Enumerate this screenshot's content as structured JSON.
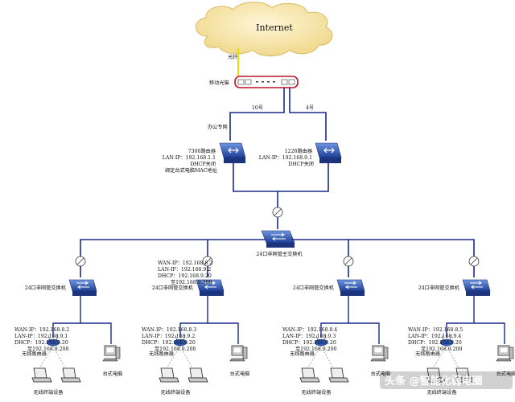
{
  "cloud": {
    "label": "Internet"
  },
  "fiber_label": "光纤",
  "modem": {
    "label": "移动光猫"
  },
  "office_net_label": "办公专网",
  "port_labels": {
    "left": "10号",
    "right": "4号"
  },
  "router_7300": {
    "lines": [
      "7300路由器",
      "LAN-IP：192.168.1.1",
      "DHCP关闭",
      "绑定台式电脑MAC地址"
    ]
  },
  "router_1226": {
    "lines": [
      "1226路由器",
      "LAN-IP：192.168.9.1",
      "DHCP关闭"
    ]
  },
  "core_switch": {
    "label": "24口非网管主交换机"
  },
  "branches": [
    {
      "switch_label": "24口非网管交换机",
      "ap_lines": [
        "WAN-IP：192.168.8.2",
        "LAN-IP：192.168.9.1",
        "DHCP：192.168.9.20",
        "至192.168.9.200"
      ],
      "ap_label": "无线路由器",
      "laptop_label": "无线终端设备",
      "pc_label": "台式电脑"
    },
    {
      "switch_label": "24口非网管交换机",
      "ap_lines": [
        "WAN-IP：192.168.8.3",
        "LAN-IP：192.168.9.2",
        "DHCP：192.168.9.20",
        "至192.168.9.200"
      ],
      "ap_label": "无线路由器",
      "laptop_label": "无线终端设备",
      "pc_label": "台式电脑",
      "top_lines": [
        "WAN-IP：192.168.8.2",
        "LAN-IP：192.168.9.2",
        "DHCP：192.168.9.20",
        "至192.168.9.200"
      ]
    },
    {
      "switch_label": "24口非网管交换机",
      "ap_lines": [
        "WAN-IP：192.168.8.4",
        "LAN-IP：192.168.9.3",
        "DHCP：192.168.9.20",
        "至192.168.9.200"
      ],
      "ap_label": "无线路由器",
      "laptop_label": "无线终端设备",
      "pc_label": "台式电脑"
    },
    {
      "switch_label": "24口非网管交换机",
      "ap_lines": [
        "WAN-IP：192.168.8.5",
        "LAN-IP：192.168.9.4",
        "DHCP：192.168.9.20",
        "至192.168.9.200"
      ],
      "ap_label": "无线路由器",
      "laptop_label": "无线终端设备",
      "pc_label": "台式电脑"
    }
  ],
  "watermark": "头条 @智能化弱电圈",
  "colors": {
    "line": "#1a2a8c",
    "fiber": "#e8e000",
    "cloud": "#f5e3a0",
    "modem_border": "#c0102a",
    "device": "#2f5bb7"
  }
}
